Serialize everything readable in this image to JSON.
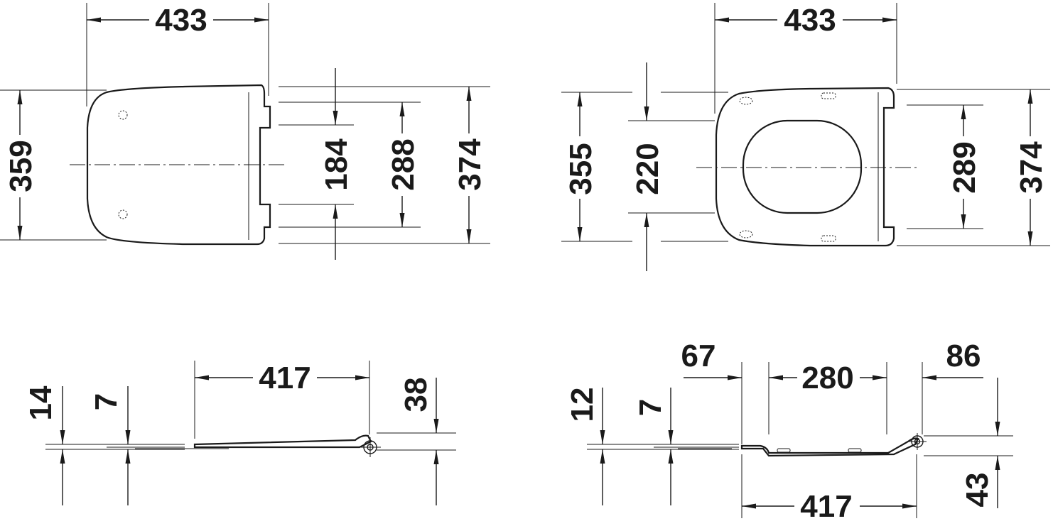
{
  "views": {
    "top_left": {
      "width": "433",
      "depth": "359",
      "inner_a": "184",
      "inner_b": "288",
      "overall": "374"
    },
    "top_right": {
      "width": "433",
      "depth": "355",
      "opening": "220",
      "inner_b": "289",
      "overall": "374"
    },
    "side_left": {
      "length": "417",
      "height": "38",
      "thick_a": "14",
      "thick_b": "7"
    },
    "side_right": {
      "front": "67",
      "span": "280",
      "rear": "86",
      "thick_a": "12",
      "thick_b": "7",
      "length": "417",
      "height": "43"
    }
  }
}
